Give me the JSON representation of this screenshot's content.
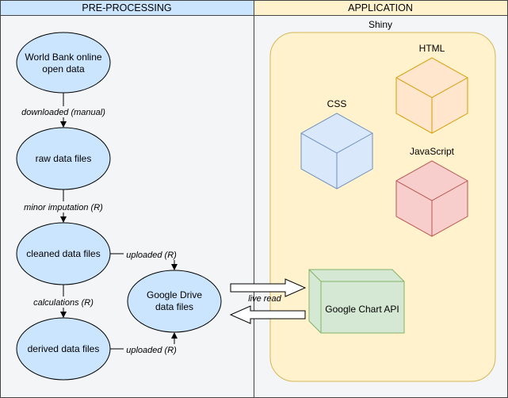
{
  "lanes": {
    "preprocessing": "PRE-PROCESSING",
    "application": "APPLICATION"
  },
  "container": {
    "shiny": "Shiny"
  },
  "nodes": {
    "worldbank": {
      "line1": "World Bank online",
      "line2": "open data"
    },
    "raw": "raw data files",
    "cleaned": "cleaned data files",
    "derived": "derived data files",
    "gdrive": {
      "line1": "Google Drive",
      "line2": "data files"
    }
  },
  "cubes": {
    "html": "HTML",
    "css": "CSS",
    "javascript": "JavaScript",
    "gchart": "Google Chart API"
  },
  "edges": {
    "downloaded": "downloaded (manual)",
    "imputation": "minor imputation (R)",
    "calculations": "calculations (R)",
    "uploaded1": "uploaded (R)",
    "uploaded2": "uploaded (R)",
    "liveread": "live read"
  },
  "colors": {
    "lane_header_left": "#cce5ff",
    "lane_header_right": "#fff2cc",
    "node_fill": "#cce5ff",
    "shiny_fill": "#fff2cc",
    "shiny_stroke": "#d6b656",
    "html_fill": "#ffe6cc",
    "html_stroke": "#d79b00",
    "css_fill": "#dae8fc",
    "css_stroke": "#6c8ebf",
    "js_fill": "#f8cecc",
    "js_stroke": "#b85450",
    "gchart_fill": "#d5e8d4",
    "gchart_stroke": "#82b366"
  }
}
